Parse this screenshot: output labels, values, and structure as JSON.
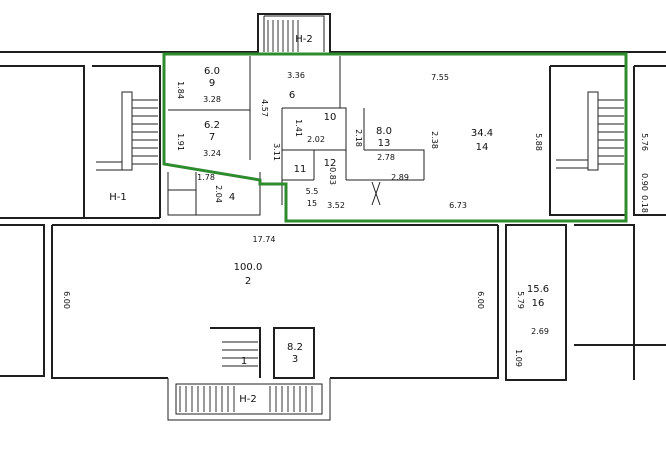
{
  "plan": {
    "highlight_color": "#2e8b2e",
    "wall_color": "#1f1f1f",
    "stair_labels": {
      "top": "Н-2",
      "left": "Н-1",
      "bottom": "Н-2"
    },
    "rooms": {
      "r9": {
        "num": "9",
        "area": "6.0"
      },
      "r7": {
        "num": "7",
        "area": "6.2"
      },
      "r6": {
        "num": "6"
      },
      "r10": {
        "num": "10",
        "area": "2.02"
      },
      "r13": {
        "num": "13",
        "area": "8.0"
      },
      "r14": {
        "num": "14",
        "area": "34.4"
      },
      "r11": {
        "num": "11"
      },
      "r12": {
        "num": "12"
      },
      "r15": {
        "num": "15",
        "area": "5.5"
      },
      "r4": {
        "num": "4"
      },
      "r2": {
        "num": "2",
        "area": "100.0"
      },
      "r3": {
        "num": "3",
        "area": "8.2"
      },
      "r1": {
        "num": "1"
      },
      "r16": {
        "num": "16",
        "area": "15.6"
      }
    },
    "dims": {
      "d184": "1.84",
      "d328": "3.28",
      "d191": "1.91",
      "d324": "3.24",
      "d336": "3.36",
      "d457": "4.57",
      "d755": "7.55",
      "d311": "3.11",
      "d141": "1.41",
      "d218": "2.18",
      "d278": "2.78",
      "d238": "2.38",
      "d588": "5.88",
      "d576": "5.76",
      "d090": "0.90",
      "d018": "0.18",
      "d083": "0.83",
      "d289": "2.89",
      "d352": "3.52",
      "d673": "6.73",
      "d178": "1.78",
      "d204": "2.04",
      "d1774": "17.74",
      "d600a": "6.00",
      "d600b": "6.00",
      "d579": "5.79",
      "d269": "2.69",
      "d109": "1.09"
    }
  }
}
